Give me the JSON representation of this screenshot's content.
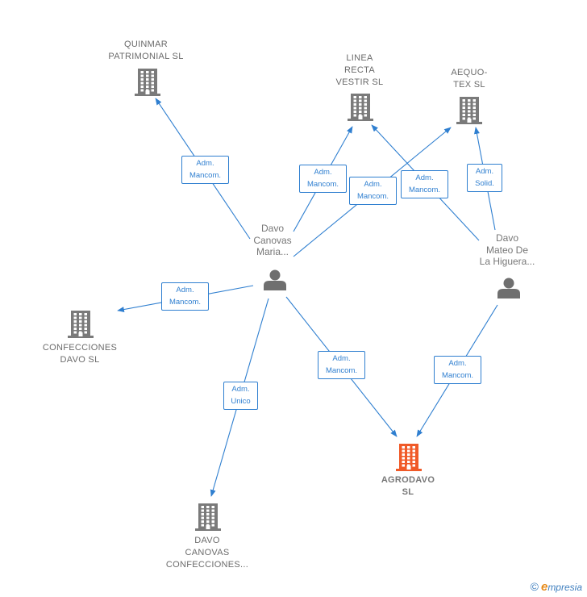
{
  "colors": {
    "edge": "#2f7fd0",
    "company": "#7a7a7a",
    "main_company": "#f05a28",
    "person": "#6f6f6f",
    "label_text": "#6b6b6b"
  },
  "nodes": [
    {
      "id": "quinmar",
      "type": "company",
      "label": "QUINMAR\nPATRIMONIAL SL",
      "icon": "building-icon"
    },
    {
      "id": "linea",
      "type": "company",
      "label": "LINEA\nRECTA\nVESTIR  SL",
      "icon": "building-icon"
    },
    {
      "id": "aequo",
      "type": "company",
      "label": "AEQUO-\nTEX SL",
      "icon": "building-icon"
    },
    {
      "id": "confecciones",
      "type": "company",
      "label": "CONFECCIONES\nDAVO SL",
      "icon": "building-icon"
    },
    {
      "id": "agrodavo",
      "type": "main",
      "label": "AGRODAVO\nSL",
      "icon": "building-icon"
    },
    {
      "id": "davo_conf",
      "type": "company",
      "label": "DAVO\nCANOVAS\nCONFECCIONES...",
      "icon": "building-icon"
    },
    {
      "id": "davo_maria",
      "type": "person",
      "label": "Davo\nCanovas\nMaria...",
      "icon": "person-icon"
    },
    {
      "id": "davo_mateo",
      "type": "person",
      "label": "Davo\nMateo De\nLa Higuera...",
      "icon": "person-icon"
    }
  ],
  "edges": [
    {
      "from": "davo_maria",
      "to": "quinmar",
      "label": "Adm.\nMancom."
    },
    {
      "from": "davo_maria",
      "to": "linea",
      "label": "Adm.\nMancom."
    },
    {
      "from": "davo_maria",
      "to": "aequo",
      "label": "Adm.\nMancom."
    },
    {
      "from": "davo_mateo",
      "to": "linea",
      "label": "Adm.\nMancom."
    },
    {
      "from": "davo_mateo",
      "to": "aequo",
      "label": "Adm.\nSolid."
    },
    {
      "from": "davo_maria",
      "to": "confecciones",
      "label": "Adm.\nMancom."
    },
    {
      "from": "davo_maria",
      "to": "agrodavo",
      "label": "Adm.\nMancom."
    },
    {
      "from": "davo_maria",
      "to": "davo_conf",
      "label": "Adm.\nUnico"
    },
    {
      "from": "davo_mateo",
      "to": "agrodavo",
      "label": "Adm.\nMancom."
    }
  ],
  "copyright": {
    "symbol": "©",
    "brand_initial": "e",
    "brand_rest": "mpresia"
  }
}
